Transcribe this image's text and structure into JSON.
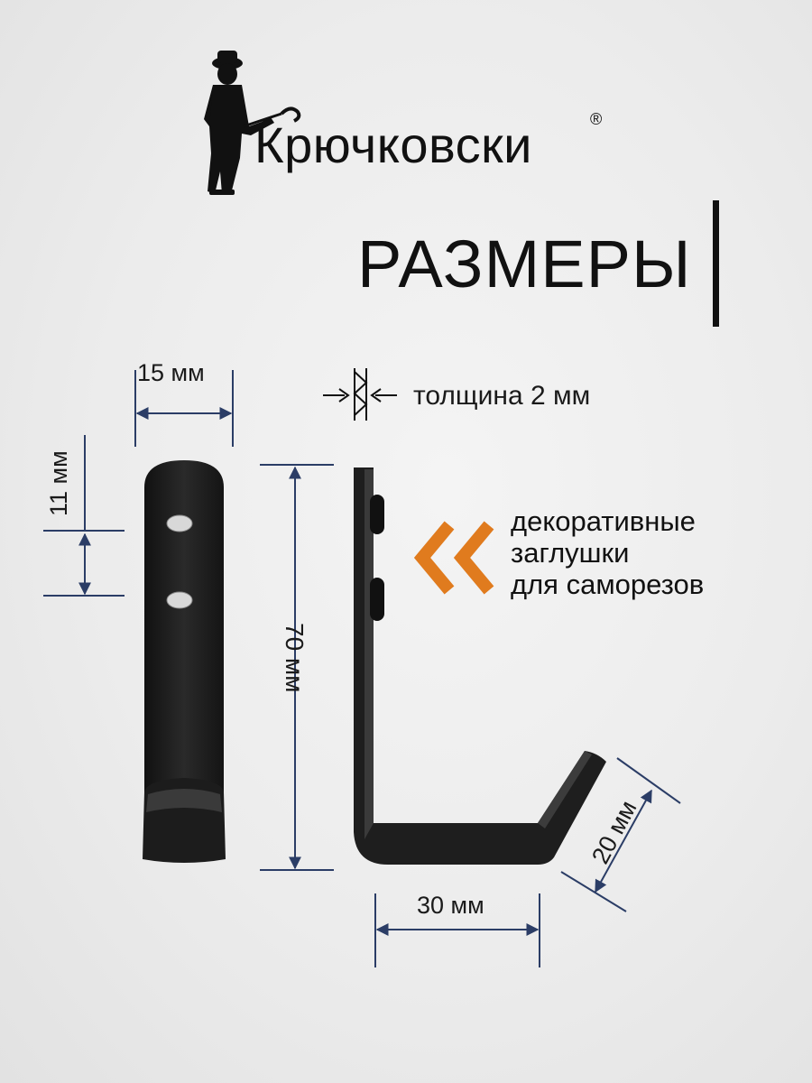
{
  "brand": {
    "name": "Крючковски",
    "registered_mark": "®",
    "logo_icon": "gentleman-with-cane-silhouette"
  },
  "heading": "РАЗМЕРЫ",
  "dimensions": {
    "width_top": "15 мм",
    "hole_spacing": "11 мм",
    "height": "70 мм",
    "thickness": "толщина 2 мм",
    "base": "30 мм",
    "tip": "20 мм"
  },
  "note": {
    "lines": [
      "декоративные",
      "заглушки",
      "для саморезов"
    ],
    "arrow_color": "#e07b1e"
  },
  "colors": {
    "dimension_line": "#2b3d66",
    "hook": "#1b1b1b"
  }
}
